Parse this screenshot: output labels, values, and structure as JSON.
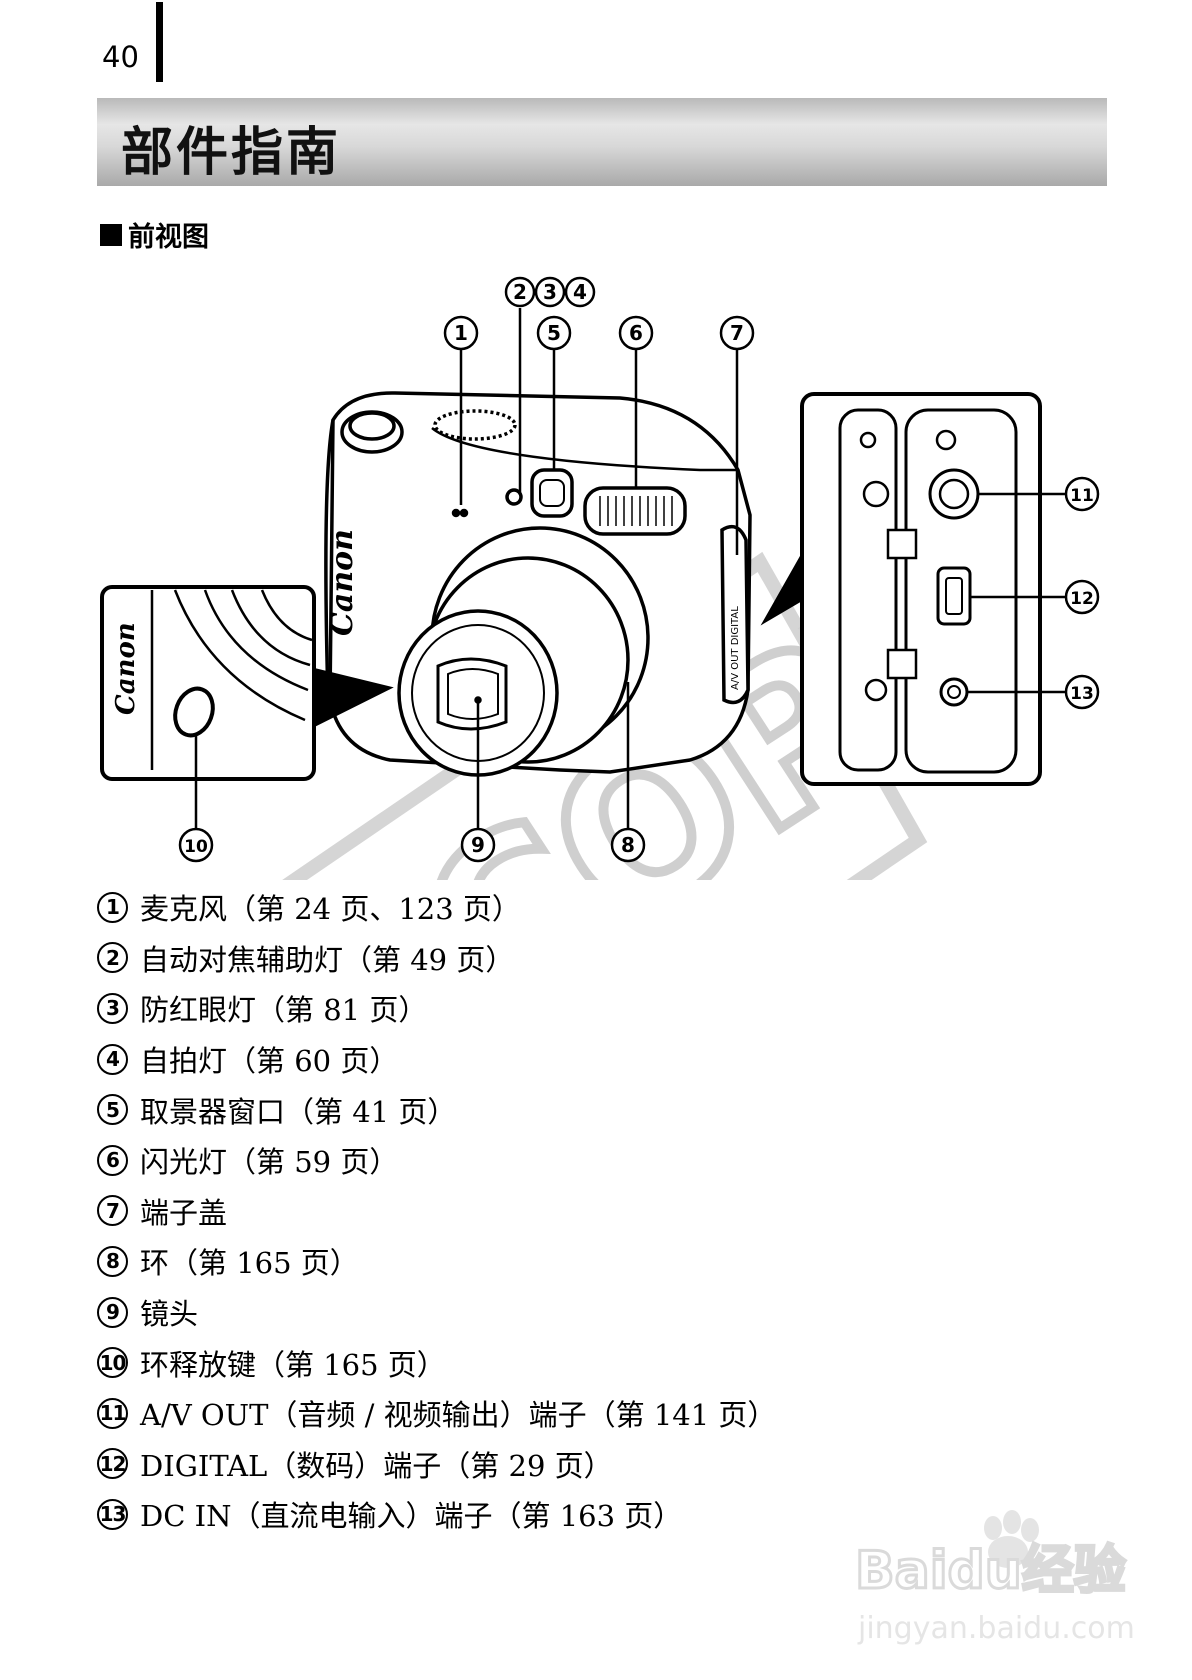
{
  "page_number": "40",
  "title": "部件指南",
  "section_title": "前视图",
  "callouts": {
    "c1": "1",
    "c234": [
      "2",
      "3",
      "4"
    ],
    "c5": "5",
    "c6": "6",
    "c7": "7",
    "c8": "8",
    "c9": "9",
    "c10": "10",
    "c11": "11",
    "c12": "12",
    "c13": "13"
  },
  "camera_brand": "Canon",
  "terminal_label": "A/V OUT DIGITAL",
  "legend": [
    {
      "num": "1",
      "text": "麦克风（第 24 页、123 页）"
    },
    {
      "num": "2",
      "text": "自动对焦辅助灯（第 49 页）"
    },
    {
      "num": "3",
      "text": "防红眼灯（第 81 页）"
    },
    {
      "num": "4",
      "text": "自拍灯（第 60 页）"
    },
    {
      "num": "5",
      "text": "取景器窗口（第 41 页）"
    },
    {
      "num": "6",
      "text": "闪光灯（第 59 页）"
    },
    {
      "num": "7",
      "text": "端子盖"
    },
    {
      "num": "8",
      "text": "环（第 165 页）"
    },
    {
      "num": "9",
      "text": "镜头"
    },
    {
      "num": "10",
      "text": "环释放键（第 165 页）"
    },
    {
      "num": "11",
      "text": "A/V OUT（音频 / 视频输出）端子（第 141 页）"
    },
    {
      "num": "12",
      "text": "DIGITAL（数码）端子（第 29 页）"
    },
    {
      "num": "13",
      "text": "DC IN（直流电输入）端子（第 163 页）"
    }
  ],
  "watermarks": {
    "copy": "COPY",
    "baidu": "Baidu经验",
    "baidu_url": "jingyan.baidu.com"
  }
}
